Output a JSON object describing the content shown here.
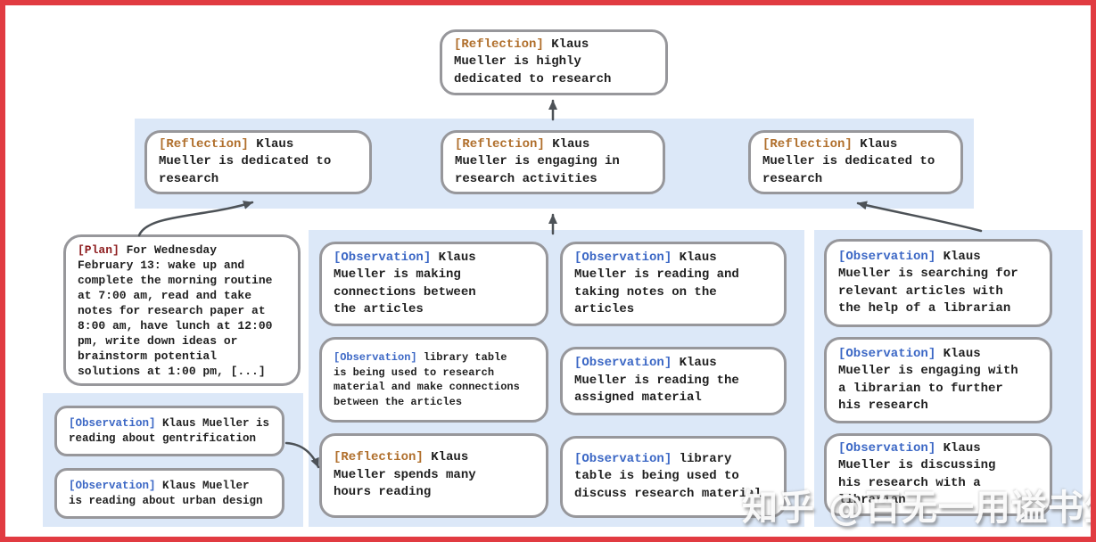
{
  "colors": {
    "frame_red": "#e13b41",
    "band_blue": "#dce8f8",
    "box_border_gray": "#97979b",
    "reflection_label": "#b06f2c",
    "observation_label": "#3b67c5",
    "plan_label": "#8e1d1f",
    "body_text": "#1f1f1f",
    "arrow_gray": "#4d5257"
  },
  "nodes": {
    "top": {
      "tag": "[Reflection]",
      "text": "Klaus\nMueller is highly\ndedicated to research"
    },
    "r1": {
      "tag": "[Reflection]",
      "text": "Klaus\nMueller is dedicated to\nresearch"
    },
    "r2": {
      "tag": "[Reflection]",
      "text": "Klaus\nMueller is engaging in\nresearch activities"
    },
    "r3": {
      "tag": "[Reflection]",
      "text": "Klaus\nMueller is dedicated to\nresearch"
    },
    "plan": {
      "tag": "[Plan]",
      "text": "For Wednesday\nFebruary 13: wake up and\ncomplete the morning routine\nat 7:00 am, read and take\nnotes for research paper at\n8:00 am, have lunch at 12:00\npm, write down ideas or\nbrainstorm potential\nsolutions at 1:00 pm, [...]"
    },
    "l1": {
      "tag": "[Observation]",
      "text": "Klaus Mueller is\nreading about gentrification"
    },
    "l2": {
      "tag": "[Observation]",
      "text": "Klaus Mueller\nis reading about urban design"
    },
    "m1": {
      "tag": "[Observation]",
      "text": "Klaus\nMueller is making\nconnections between\nthe articles"
    },
    "m2": {
      "tag": "[Observation]",
      "text": "library table\nis being used to research\nmaterial and make connections\nbetween the articles"
    },
    "m3": {
      "tag": "[Reflection]",
      "text": "Klaus\nMueller spends many\nhours reading"
    },
    "m4": {
      "tag": "[Observation]",
      "text": "Klaus\nMueller is reading and\ntaking notes on the\narticles"
    },
    "m5": {
      "tag": "[Observation]",
      "text": "Klaus\nMueller is reading the\nassigned material"
    },
    "m6": {
      "tag": "[Observation]",
      "text": "library\ntable is being used to\ndiscuss research material"
    },
    "o1": {
      "tag": "[Observation]",
      "text": "Klaus\nMueller is searching for\nrelevant articles with\nthe help of a librarian"
    },
    "o2": {
      "tag": "[Observation]",
      "text": "Klaus\nMueller is engaging with\na librarian to further\nhis research"
    },
    "o3": {
      "tag": "[Observation]",
      "text": "Klaus\nMueller is discussing\nhis research with a\nlibrarian"
    }
  },
  "watermark": {
    "text": "知乎 @百无一用谥书生"
  }
}
